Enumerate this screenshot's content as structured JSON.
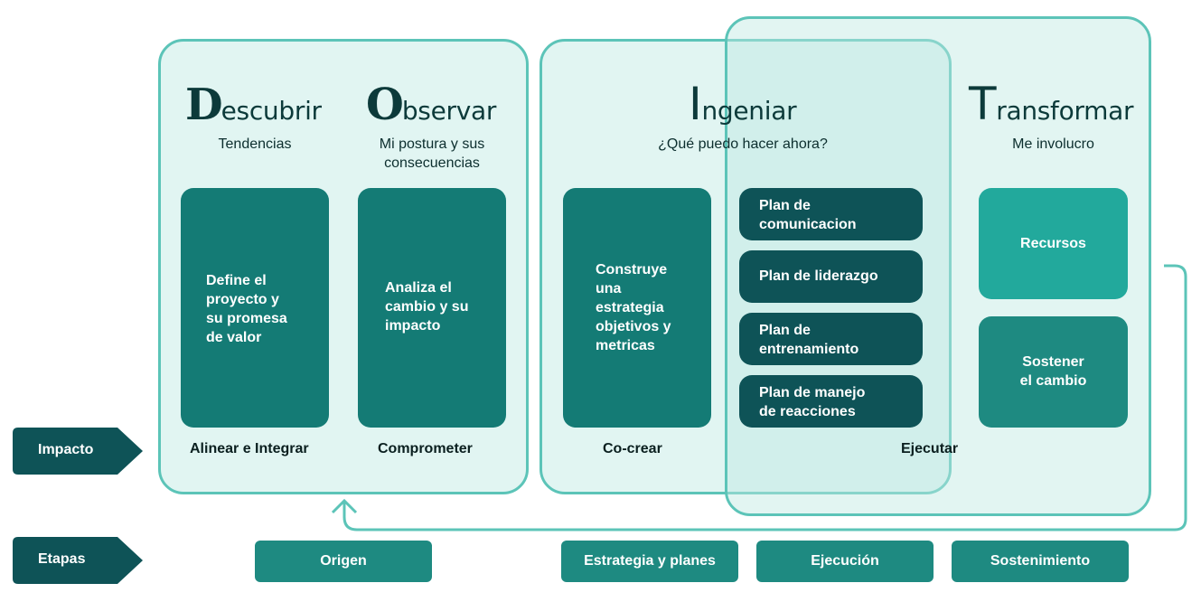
{
  "colors": {
    "frame_stroke": "#5cc4b8",
    "frame_fill": "#e1f5f2",
    "card_teal": "#147b75",
    "card_dark": "#0e5357",
    "card_bright": "#22a99c",
    "card_mid": "#1e8a81",
    "tag_bg": "#0e5357",
    "heading_text": "#0c3a3a"
  },
  "columns": {
    "descubrir": {
      "initial": "D",
      "rest": "escubrir",
      "subtitle": "Tendencias",
      "card": [
        "Define el",
        "proyecto y",
        "su promesa",
        "de valor"
      ],
      "impact": "Alinear e Integrar"
    },
    "observar": {
      "initial": "O",
      "rest": "bservar",
      "subtitle": [
        "Mi postura y sus",
        "consecuencias"
      ],
      "card": [
        "Analiza el",
        "cambio y su",
        "impacto"
      ],
      "impact": "Comprometer"
    },
    "ingeniar": {
      "initial": "I",
      "rest": "ngeniar",
      "subtitle": "¿Qué puedo hacer ahora?",
      "card": [
        "Construye",
        "una",
        "estrategia",
        "objetivos y",
        "metricas"
      ],
      "impact": "Co-crear"
    },
    "ejecutar": {
      "plans": [
        [
          "Plan de",
          "comunicacion"
        ],
        [
          "Plan de liderazgo"
        ],
        [
          "Plan de",
          "entrenamiento"
        ],
        [
          "Plan de manejo",
          "de reacciones"
        ]
      ],
      "impact": "Ejecutar"
    },
    "transformar": {
      "initial": "T",
      "rest": "ransformar",
      "subtitle": "Me involucro",
      "cards": [
        [
          "Recursos"
        ],
        [
          "Sostener",
          "el cambio"
        ]
      ]
    }
  },
  "row_labels": {
    "impacto": "Impacto",
    "etapas": "Etapas"
  },
  "stages": [
    "Origen",
    "Estrategia y planes",
    "Ejecución",
    "Sostenimiento"
  ]
}
